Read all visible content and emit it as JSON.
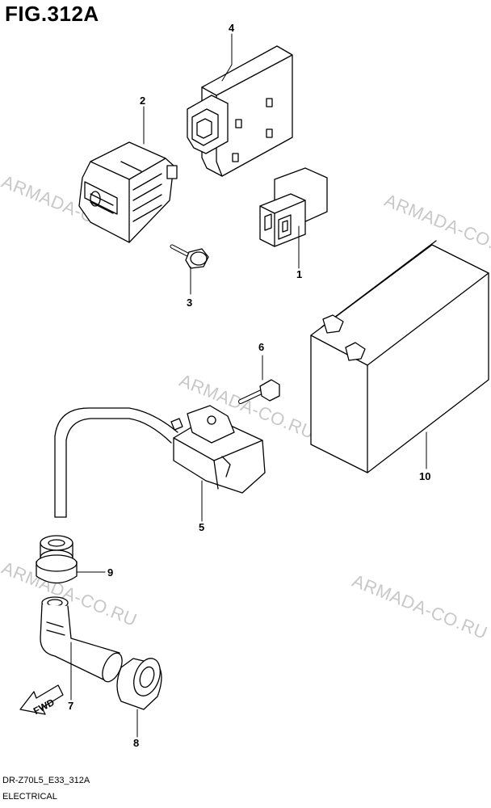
{
  "figure": {
    "title": "FIG.312A",
    "model_code": "DR-Z70L5_E33_312A",
    "section_name": "ELECTRICAL"
  },
  "watermark": "ARMADA-CO.RU",
  "callouts": [
    "1",
    "2",
    "3",
    "4",
    "5",
    "6",
    "7",
    "8",
    "9",
    "10"
  ],
  "fwd_label": "FWD"
}
